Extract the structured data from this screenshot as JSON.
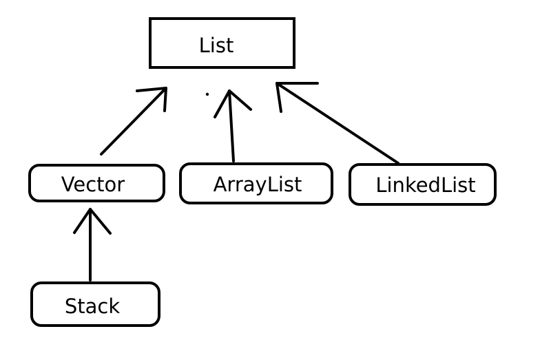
{
  "diagram": {
    "nodes": {
      "list": "List",
      "vector": "Vector",
      "arraylist": "ArrayList",
      "linkedlist": "LinkedList",
      "stack": "Stack"
    },
    "edges": [
      {
        "from": "vector",
        "to": "list"
      },
      {
        "from": "arraylist",
        "to": "list"
      },
      {
        "from": "linkedlist",
        "to": "list"
      },
      {
        "from": "stack",
        "to": "vector"
      }
    ],
    "colors": {
      "stroke": "#000000",
      "background": "#ffffff"
    }
  }
}
